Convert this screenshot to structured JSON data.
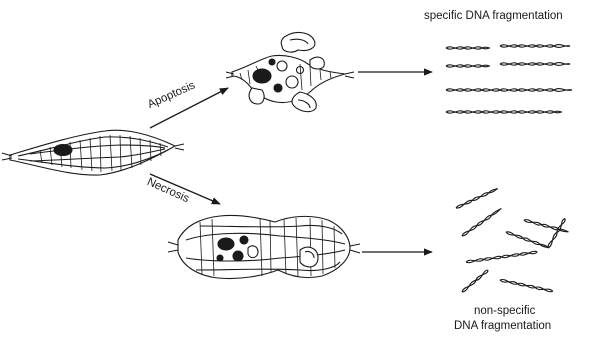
{
  "labels": {
    "apoptosis": "Apoptosis",
    "necrosis": "Necrosis",
    "specific_fragmentation": "specific DNA fragmentation",
    "nonspecific_line1": "non-specific",
    "nonspecific_line2": "DNA fragmentation"
  },
  "colors": {
    "ink": "#1a1a1a",
    "background": "#ffffff"
  }
}
